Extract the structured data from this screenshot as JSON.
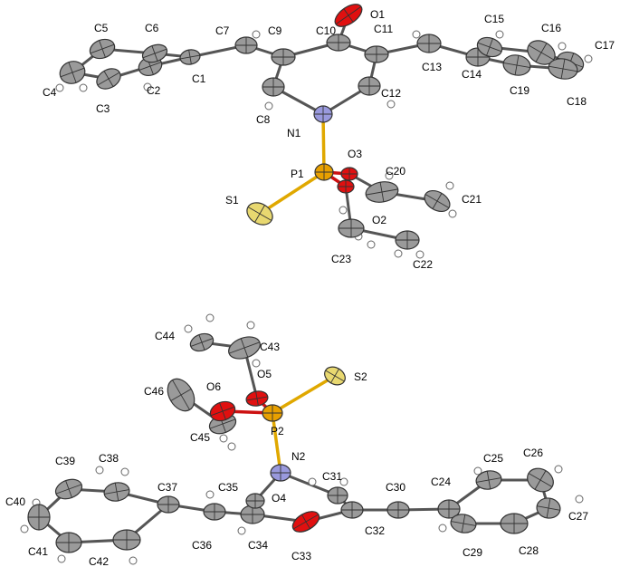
{
  "colors": {
    "carbon": "#9a9a9a",
    "oxygen": "#e01010",
    "nitrogen": "#9999dd",
    "phosphorus": "#e8a000",
    "sulfur": "#e8d870",
    "hydrogen": "#ffffff"
  },
  "molecule1": {
    "labels": [
      "C1",
      "C2",
      "C3",
      "C4",
      "C5",
      "C6",
      "C7",
      "C8",
      "C9",
      "C10",
      "C11",
      "C12",
      "C13",
      "C14",
      "C15",
      "C16",
      "C17",
      "C18",
      "C19",
      "C20",
      "C21",
      "C22",
      "C23",
      "N1",
      "O1",
      "O2",
      "O3",
      "P1",
      "S1"
    ]
  },
  "molecule2": {
    "labels": [
      "C24",
      "C25",
      "C26",
      "C27",
      "C28",
      "C29",
      "C30",
      "C31",
      "C32",
      "C33",
      "C34",
      "C35",
      "C36",
      "C37",
      "C38",
      "C39",
      "C40",
      "C41",
      "C42",
      "C43",
      "C44",
      "C45",
      "C46",
      "N2",
      "O4",
      "O5",
      "O6",
      "P2",
      "S2"
    ]
  }
}
